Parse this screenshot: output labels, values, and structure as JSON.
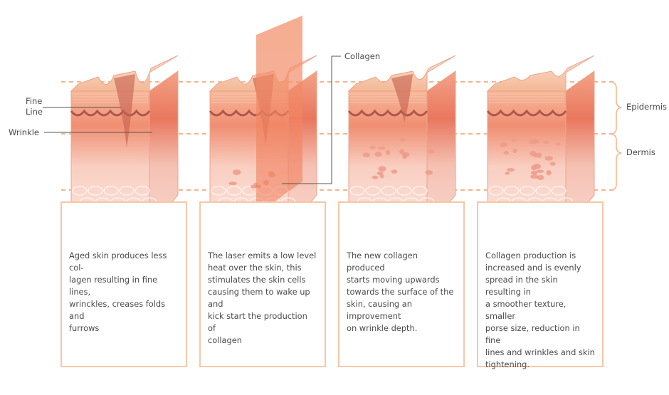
{
  "labels": {
    "fine_line": [
      "Fine",
      "Line"
    ],
    "wrinkle": "Wrinkle",
    "collagen": "Collagen",
    "epidermis": "Epidermis",
    "dermis": "Dermis"
  },
  "stages": [
    {
      "caption": "Aged skin produces less col-\nlagen resulting in fine lines,\nwrinckles, creases folds and\nfurrows"
    },
    {
      "caption": "The laser emits a low level\nheat over the skin, this\nstimulates the skin cells\ncausing them to wake up and\nkick start the production of\ncollagen"
    },
    {
      "caption": "The new collagen produced\nstarts moving upwards\ntowards the surface of the\nskin, causing an improvement\non wrinkle depth."
    },
    {
      "caption": "Collagen production is\nincreased and is evenly\nspread in the skin resulting in\na smoother texture, smaller\nporse size, reduction in fine\nlines and wrinkles and skin\ntightening."
    }
  ],
  "colors": {
    "guide_line": "#f4b58c",
    "box_border": "#f6c7a6",
    "skin_top": "#f7c7a8",
    "dermis_red": "#e8765a",
    "collagen_dot": "#ef9a8a",
    "laser": "#f3926c"
  }
}
